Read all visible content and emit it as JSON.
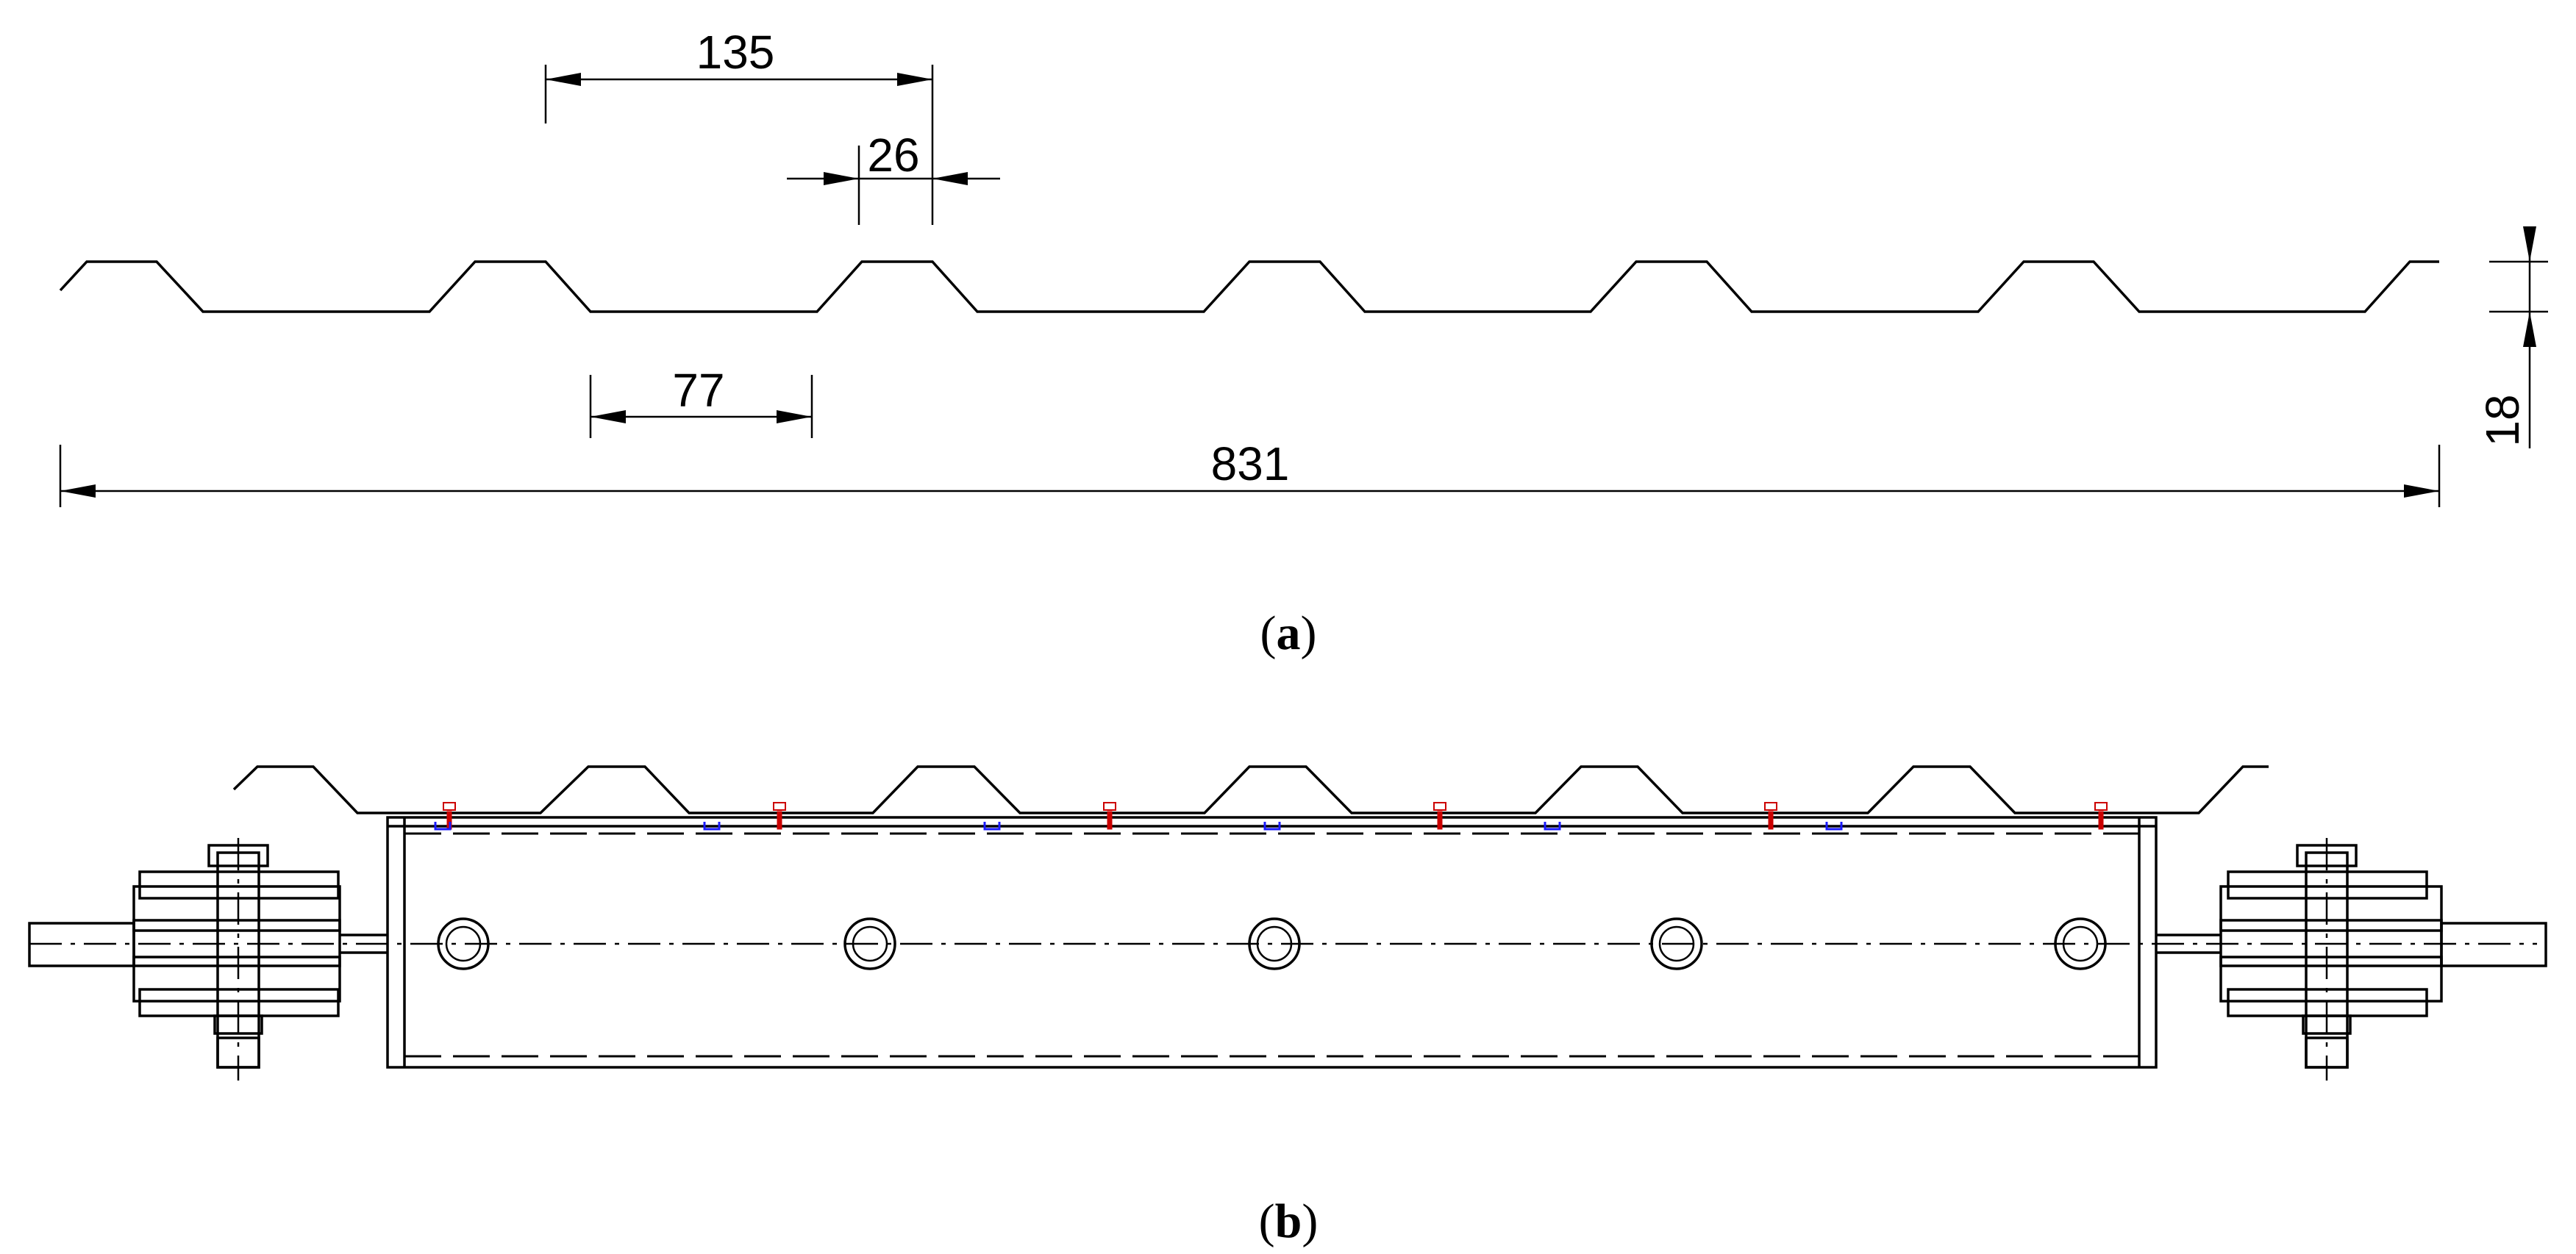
{
  "panel_a": {
    "dimensions": {
      "pitch": "135",
      "crest_width": "26",
      "trough_width": "77",
      "total_width": "831",
      "height": "18"
    },
    "caption": {
      "open": "(",
      "letter": "a",
      "close": ")"
    }
  },
  "panel_b": {
    "caption": {
      "open": "(",
      "letter": "b",
      "close": ")"
    }
  },
  "colors": {
    "line": "#000000",
    "screw_red": "#cc0000",
    "clip_blue": "#1a1aff"
  }
}
